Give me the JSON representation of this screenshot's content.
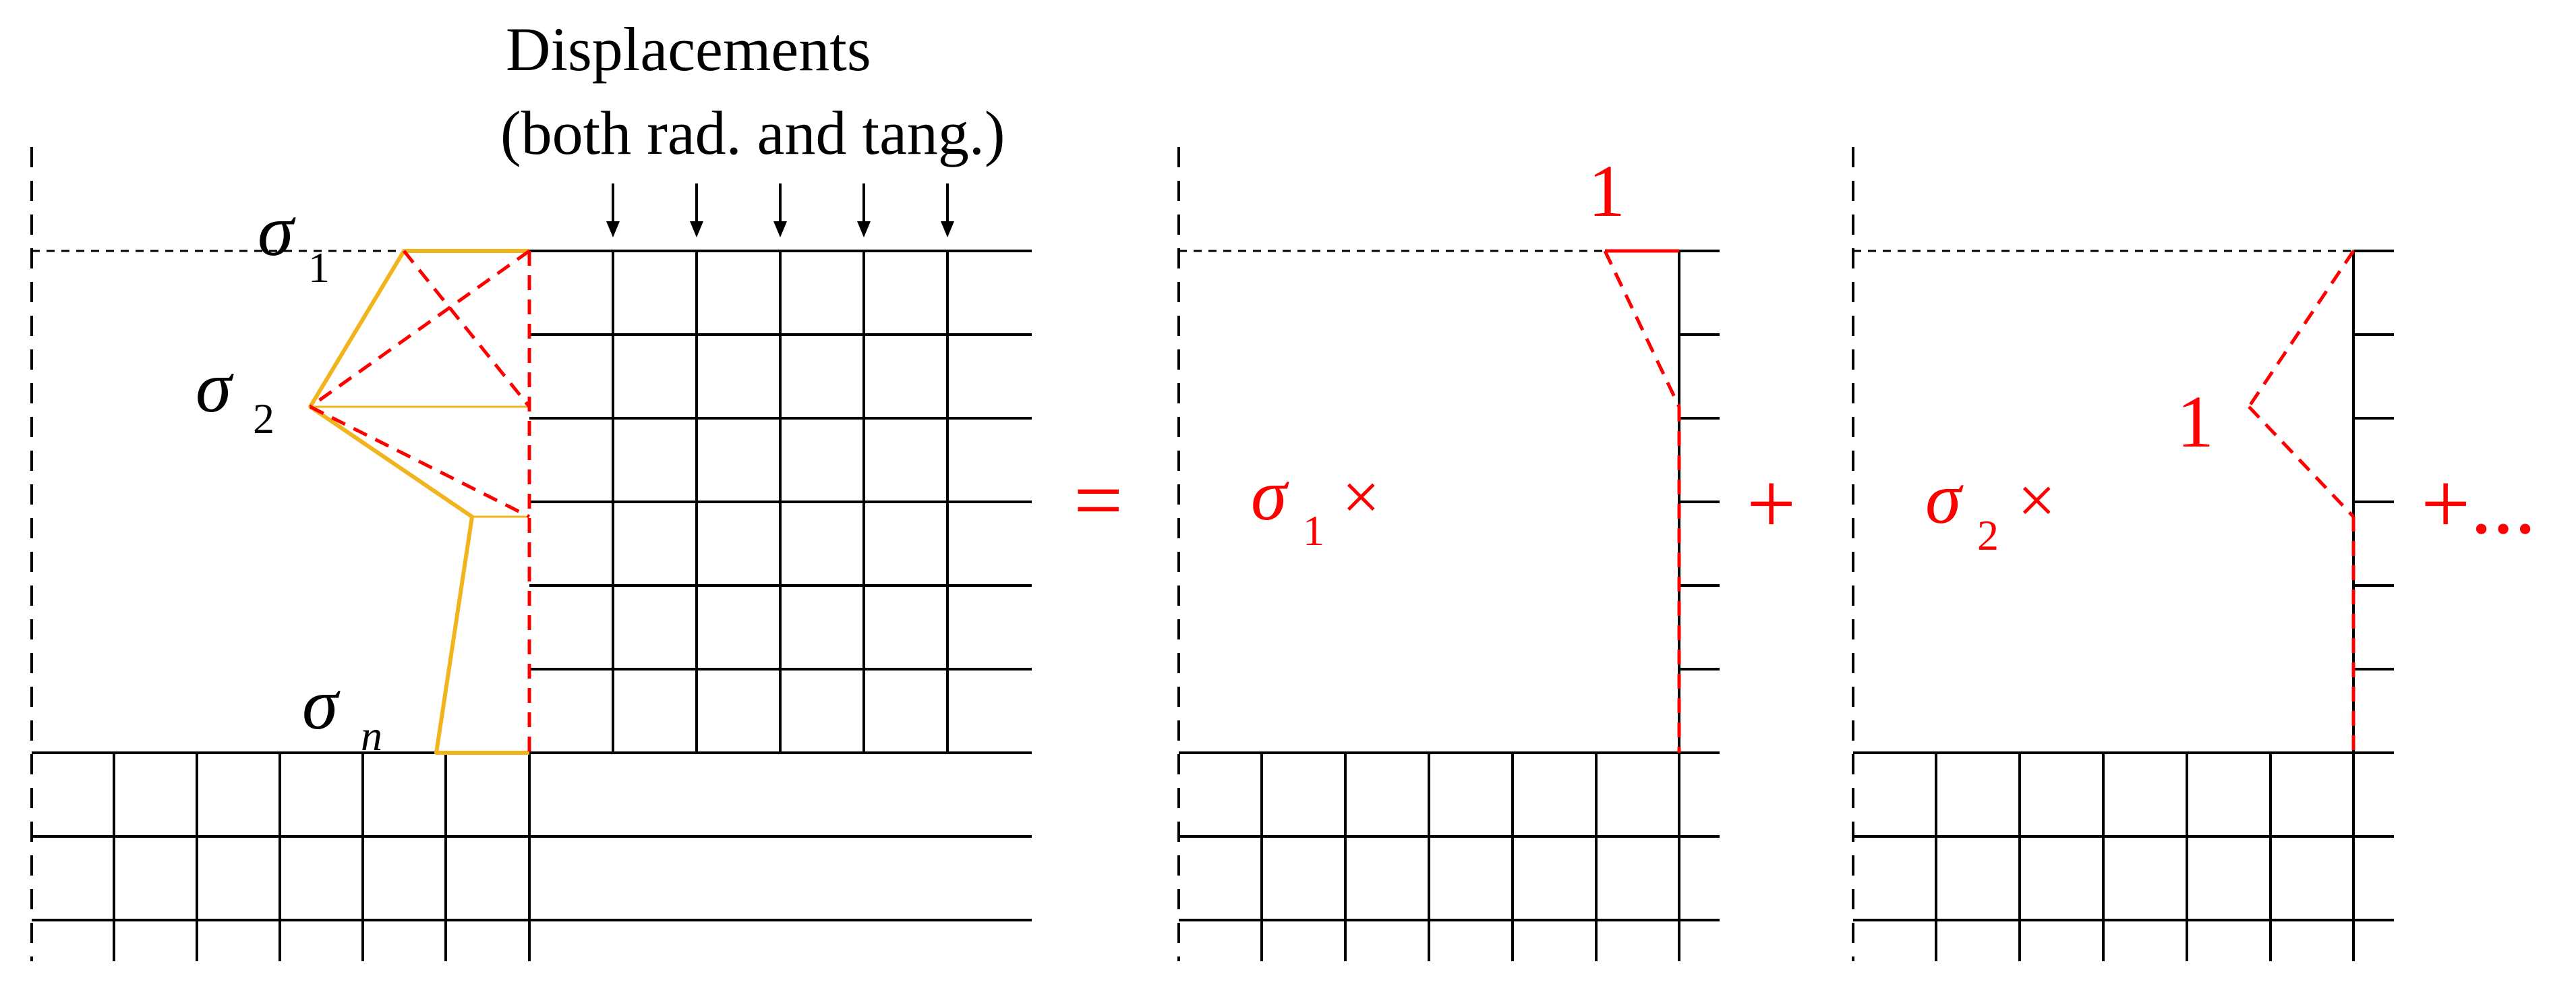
{
  "header": {
    "line1": "Displacements",
    "line2": "(both rad. and tang.)"
  },
  "left_panel": {
    "labels": {
      "sigma_symbol": "σ",
      "sub_1": "1",
      "sub_2": "2",
      "sub_n": "n"
    },
    "displacement_arrow_count": 5
  },
  "operators": {
    "equals": "=",
    "times": "×",
    "plus": "+",
    "plus_ellipsis": "+..."
  },
  "panel_2": {
    "unit_label": "1"
  },
  "panel_3": {
    "unit_label": "1"
  },
  "colors": {
    "line": "#000000",
    "stress": "#f2b41d",
    "shape_function": "#ff0000"
  }
}
